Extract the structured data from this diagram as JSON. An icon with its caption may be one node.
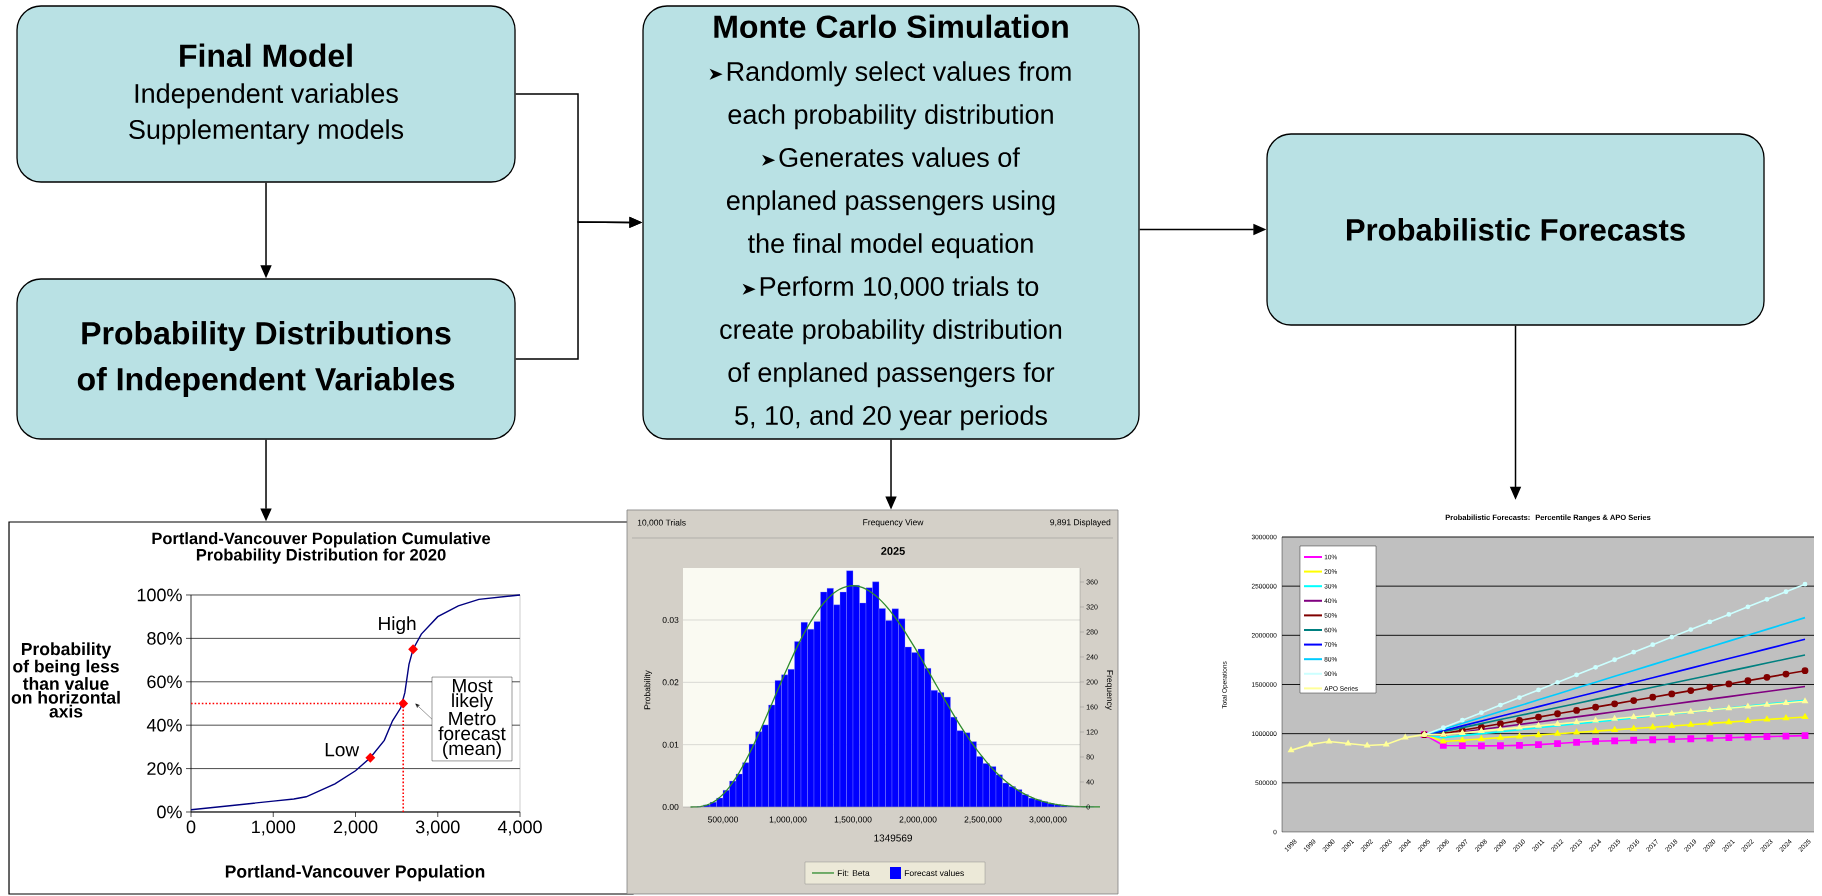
{
  "diagram": {
    "nodes": [
      {
        "text": [
          "Final Model",
          "Independent variables Supplementary models"
        ]
      },
      {
        "text": [
          "Probability Distributions of Independent Variables"
        ]
      },
      {
        "text": [
          "Monte Carlo Simulation",
          "Randomly select values from each probability distribution",
          "Generates values of enplaned passengers using the final model equation",
          "Perform 10,000 trials to create probability distribution of enplaned passengers for 5, 10, and 20 year periods"
        ]
      },
      {
        "text": [
          "Probabilistic Forecasts"
        ]
      },
      {
        "text": [],
        "shape": "box"
      },
      {
        "text": [
          "10,000 Trials",
          "Frequency View",
          "9,891 Displayed",
          "2025",
          "Probability",
          "Frequency",
          "0.03",
          "0.02",
          "0.01",
          "0.00",
          "360",
          "320",
          "280",
          "240",
          "200",
          "160",
          "120",
          "80",
          "40",
          "0",
          "500,000",
          "1,000,000",
          "1,500,000",
          "2,000,000",
          "2,500,000",
          "3,000,000",
          "1349569",
          "Fit: Beta",
          "Forecast values"
        ]
      },
      {
        "text": [
          "Probabilistic Forecasts: Percentile Ranges & APO Series",
          "Total Operations",
          "3000000",
          "2500000",
          "2000000",
          "1500000",
          "1000000",
          "500000",
          "0",
          "10%",
          "20%",
          "30%",
          "40%",
          "50%",
          "60%",
          "70%",
          "80%",
          "90%",
          "APO Series",
          "1998",
          "1999",
          "2000",
          "2001",
          "2002",
          "2003",
          "2004",
          "2005",
          "2006",
          "2007",
          "2008",
          "2009",
          "2010",
          "2011",
          "2012",
          "2013",
          "2014",
          "2015",
          "2016",
          "2017",
          "2018",
          "2019",
          "2020",
          "2021",
          "2022",
          "2023",
          "2024",
          "2025"
        ]
      }
    ],
    "edges": [
      {
        "from": 0,
        "to": 1,
        "arrow": "to"
      },
      {
        "from": 0,
        "to": 2,
        "arrow": "to"
      },
      {
        "from": 1,
        "to": 2,
        "arrow": "to"
      },
      {
        "from": 2,
        "to": 3,
        "arrow": "to"
      },
      {
        "from": 1,
        "to": 4,
        "arrow": "to"
      },
      {
        "from": 2,
        "to": 5,
        "arrow": "to"
      },
      {
        "from": 3,
        "to": 6,
        "arrow": "to"
      }
    ],
    "chart_data": {
      "type": "line",
      "title": "Portland-Vancouver Population Cumulative Probability Distribution for 2020",
      "xlabel": "Portland-Vancouver Population",
      "ylabel": "Probability of being less than value on horizontal axis",
      "x": [
        0,
        500,
        1000,
        1250,
        1400,
        1750,
        2000,
        2180,
        2350,
        2450,
        2550,
        2600,
        2650,
        2700,
        2800,
        3000,
        3250,
        3500,
        4000
      ],
      "series": [
        {
          "color": "#000080",
          "values": [
            1,
            3,
            5,
            6,
            7,
            13,
            19,
            25,
            33,
            42,
            48,
            55,
            68,
            75,
            82,
            90,
            95,
            98,
            100
          ]
        }
      ],
      "xlim": [
        0,
        4000
      ],
      "ylim": [
        0,
        100
      ],
      "grid": true,
      "ref_lines": [
        {
          "axis": "y",
          "value": 50,
          "color": "#ff0000"
        },
        {
          "axis": "x",
          "value": 2580,
          "color": "#ff0000"
        }
      ],
      "xticks": [
        {
          "value": 0,
          "label": "0"
        },
        {
          "value": 1000,
          "label": "1,000"
        },
        {
          "value": 2000,
          "label": "2,000"
        },
        {
          "value": 3000,
          "label": "3,000"
        },
        {
          "value": 4000,
          "label": "4,000"
        }
      ],
      "yticks": [
        {
          "value": 0,
          "label": "0%"
        },
        {
          "value": 20,
          "label": "20%"
        },
        {
          "value": 40,
          "label": "40%"
        },
        {
          "value": 60,
          "label": "60%"
        },
        {
          "value": 80,
          "label": "80%"
        },
        {
          "value": 100,
          "label": "100%"
        }
      ],
      "annotations": [
        {
          "text": "Low",
          "x": 2180,
          "y": 25
        },
        {
          "text": "High",
          "x": 2700,
          "y": 75
        },
        {
          "text": "Most likely Metro forecast (mean)",
          "x": 2580,
          "y": 50
        }
      ]
    }
  }
}
